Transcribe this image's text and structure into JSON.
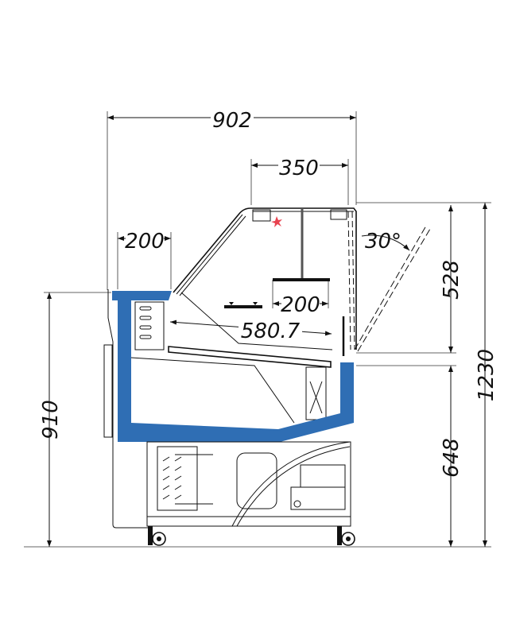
{
  "drawing": {
    "title": "Refrigerated display counter side elevation",
    "accent_color": "#2f6eb4",
    "dimensions": {
      "overall_width": "902",
      "canopy_depth": "350",
      "top_counter_depth": "200",
      "shelf_depth": "200",
      "deck_depth": "580.7",
      "glass_open_angle": "30°",
      "glass_height": "528",
      "overall_height": "1230",
      "body_height": "648",
      "counter_height": "910"
    }
  }
}
